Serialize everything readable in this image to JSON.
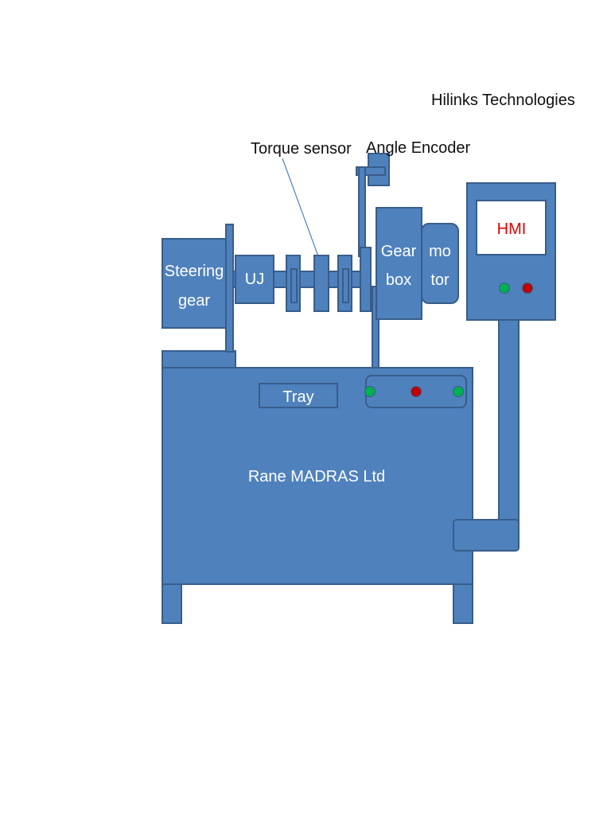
{
  "header": {
    "company": "Hilinks Technologies"
  },
  "labels": {
    "torque_sensor": "Torque sensor",
    "angle_encoder": "Angle Encoder",
    "steering_line1": "Steering",
    "steering_line2": "gear",
    "uj": "UJ",
    "gear_line1": "Gear",
    "gear_line2": "box",
    "motor_line1": "mo",
    "motor_line2": "tor",
    "hmi": "HMI",
    "tray": "Tray",
    "table_brand": "Rane MADRAS Ltd"
  },
  "colors": {
    "body": "#4f81bd",
    "border": "#385d8a",
    "indicator_green": "#00b050",
    "indicator_red": "#c00000",
    "hmi_text": "#e00000"
  }
}
